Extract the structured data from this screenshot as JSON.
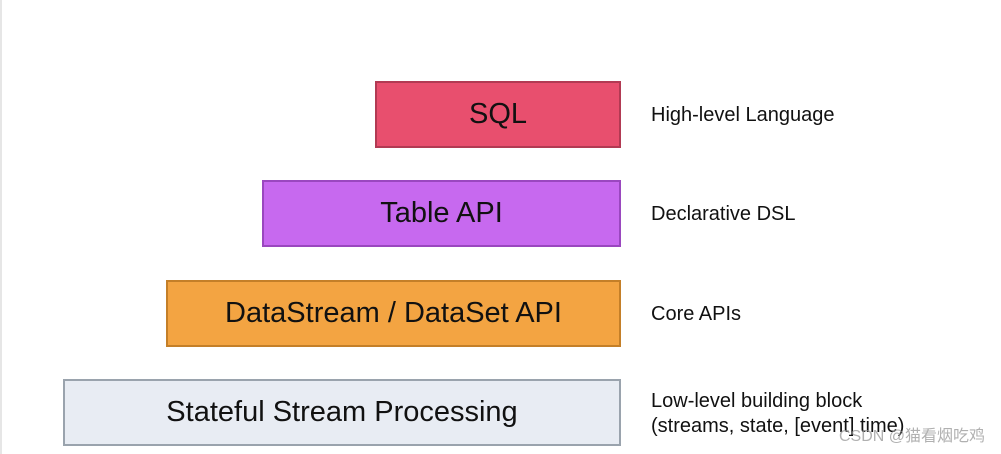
{
  "layers": [
    {
      "label": "SQL",
      "description": [
        "High-level Language"
      ],
      "fill": "#e84f6e",
      "border": "#b23a53"
    },
    {
      "label": "Table API",
      "description": [
        "Declarative DSL"
      ],
      "fill": "#c769ef",
      "border": "#9a47bf"
    },
    {
      "label": "DataStream / DataSet API",
      "description": [
        "Core APIs"
      ],
      "fill": "#f3a442",
      "border": "#c47f28"
    },
    {
      "label": "Stateful Stream Processing",
      "description": [
        "Low-level building block",
        "(streams, state, [event] time)"
      ],
      "fill": "#e8ecf3",
      "border": "#9aa3ad"
    }
  ],
  "watermark": "CSDN @猫看烟吃鸡"
}
